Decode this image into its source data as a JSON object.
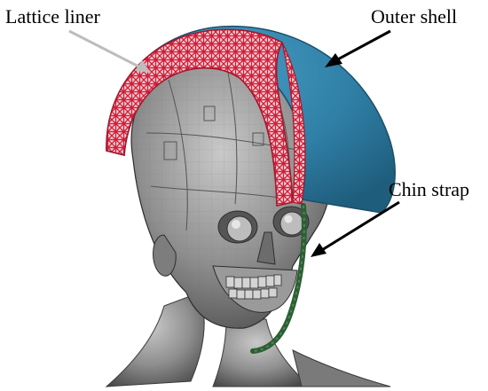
{
  "labels": {
    "lattice_liner": "Lattice liner",
    "outer_shell": "Outer shell",
    "chin_strap": "Chin strap"
  },
  "colors": {
    "outer_shell": "#2f7fa6",
    "lattice_liner": "#d0203a",
    "chin_strap": "#2e5e34",
    "skin": "#8e8e8e",
    "arrow_dark": "#000000",
    "arrow_light": "#bdbdbd"
  }
}
